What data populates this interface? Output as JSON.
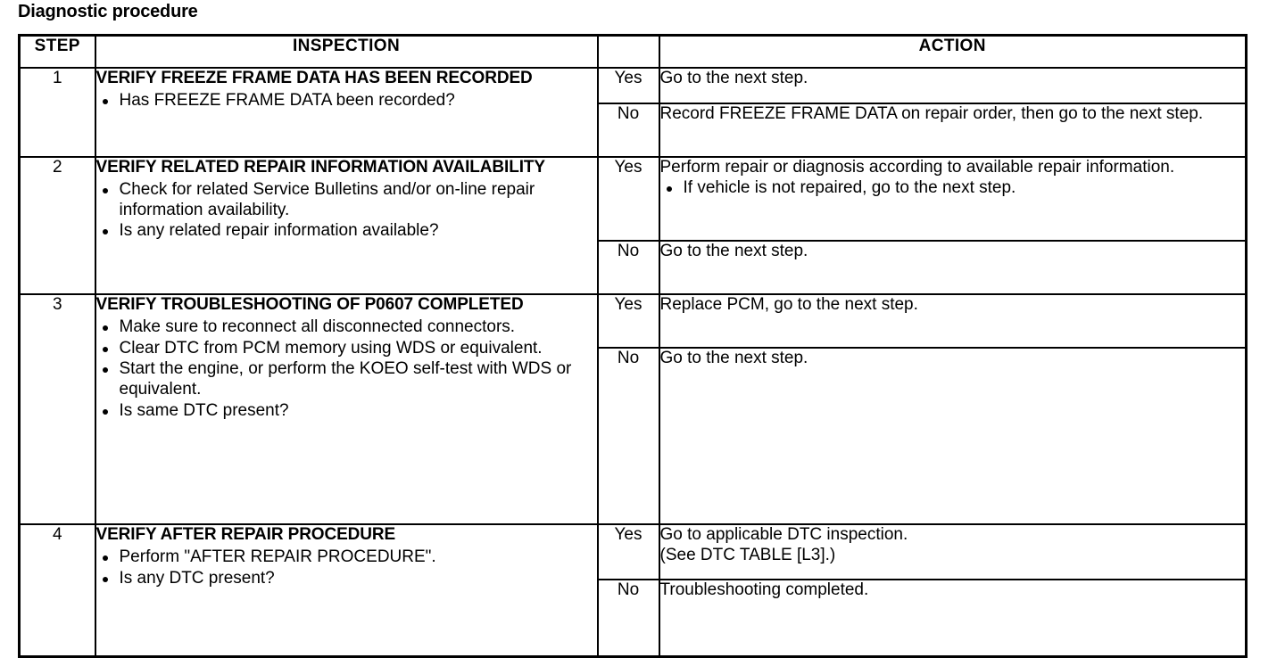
{
  "title": "Diagnostic procedure",
  "table": {
    "headers": {
      "step": "STEP",
      "inspection": "INSPECTION",
      "action": "ACTION"
    },
    "answers": {
      "yes": "Yes",
      "no": "No"
    },
    "rows": [
      {
        "step": "1",
        "inspection_heading": "VERIFY FREEZE FRAME DATA HAS BEEN RECORDED",
        "inspection_bullets": [
          "Has FREEZE FRAME DATA been recorded?"
        ],
        "yes_action_lines": [
          "Go to the next step."
        ],
        "yes_action_bullets": [],
        "no_action_lines": [
          "Record FREEZE FRAME DATA on repair order, then go to the next step."
        ],
        "no_action_bullets": []
      },
      {
        "step": "2",
        "inspection_heading": "VERIFY RELATED REPAIR INFORMATION AVAILABILITY",
        "inspection_bullets": [
          "Check for related Service Bulletins and/or on-line repair information availability.",
          "Is any related repair information available?"
        ],
        "yes_action_lines": [
          "Perform repair or diagnosis according to available repair information."
        ],
        "yes_action_bullets": [
          "If vehicle is not repaired, go to the next step."
        ],
        "no_action_lines": [
          "Go to the next step."
        ],
        "no_action_bullets": []
      },
      {
        "step": "3",
        "inspection_heading": "VERIFY TROUBLESHOOTING OF P0607 COMPLETED",
        "inspection_bullets": [
          "Make sure to reconnect all disconnected connectors.",
          "Clear DTC from PCM memory using WDS or equivalent.",
          "Start the engine, or perform the KOEO self-test with WDS or equivalent.",
          "Is same DTC present?"
        ],
        "yes_action_lines": [
          "Replace PCM, go to the next step."
        ],
        "yes_action_bullets": [],
        "no_action_lines": [
          "Go to the next step."
        ],
        "no_action_bullets": []
      },
      {
        "step": "4",
        "inspection_heading": "VERIFY AFTER REPAIR PROCEDURE",
        "inspection_bullets": [
          "Perform \"AFTER REPAIR PROCEDURE\".",
          "Is any DTC present?"
        ],
        "yes_action_lines": [
          "Go to applicable DTC inspection.",
          "(See DTC TABLE [L3].)"
        ],
        "yes_action_bullets": [],
        "no_action_lines": [
          "Troubleshooting completed."
        ],
        "no_action_bullets": []
      }
    ]
  }
}
